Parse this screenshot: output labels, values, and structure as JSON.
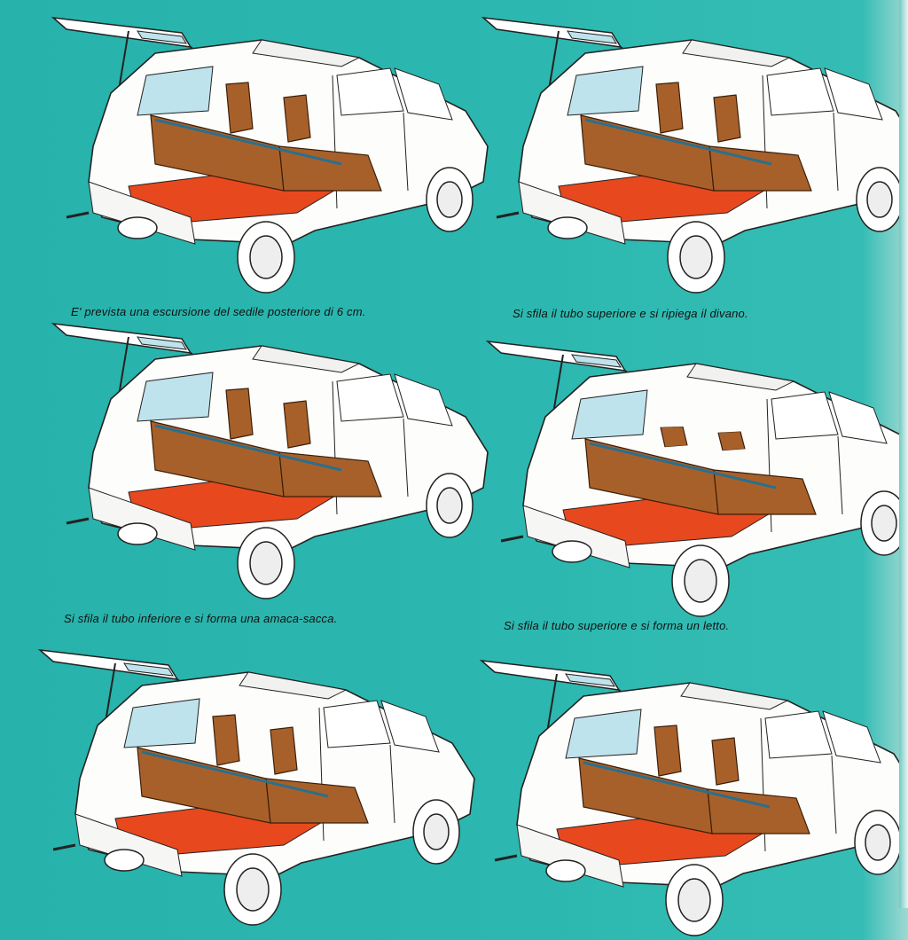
{
  "captions": [
    "E' prevista una escursione del sedile posteriore di 6 cm.",
    "Si sfila il tubo superiore e si ripiega il divano.",
    "Si sfila il tubo inferiore e si forma una amaca-sacca.",
    "Si sfila il tubo superiore e si forma un letto."
  ],
  "colors": {
    "background": "#2cb8b0",
    "floor": "#e8481e",
    "seat": "#a8602a",
    "glass": "#bfe3ec"
  }
}
